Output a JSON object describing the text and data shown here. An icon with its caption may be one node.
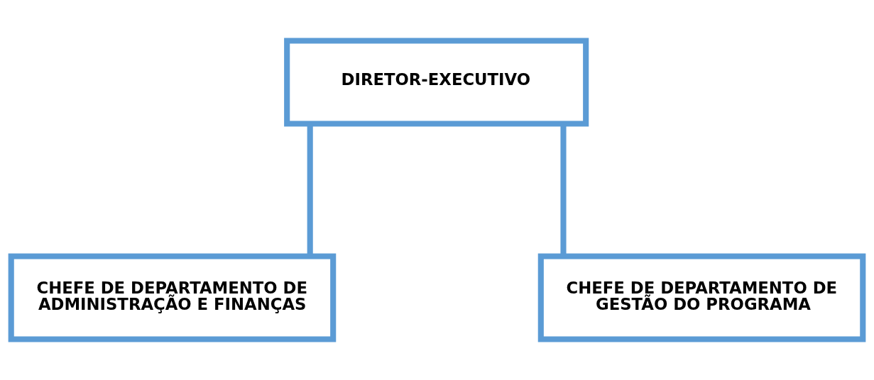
{
  "diagram": {
    "nodes": [
      {
        "text": [
          "DIRETOR-EXECUTIVO"
        ]
      },
      {
        "text": [
          "CHEFE DE DEPARTAMENTO DE ADMINISTRAÇÃO E FINANÇAS"
        ]
      },
      {
        "text": [
          "CHEFE DE DEPARTAMENTO DE GESTÃO DO PROGRAMA"
        ]
      }
    ],
    "edges": [
      {
        "from": 0,
        "to": 1,
        "arrow": "none"
      },
      {
        "from": 0,
        "to": 2,
        "arrow": "none"
      }
    ]
  }
}
